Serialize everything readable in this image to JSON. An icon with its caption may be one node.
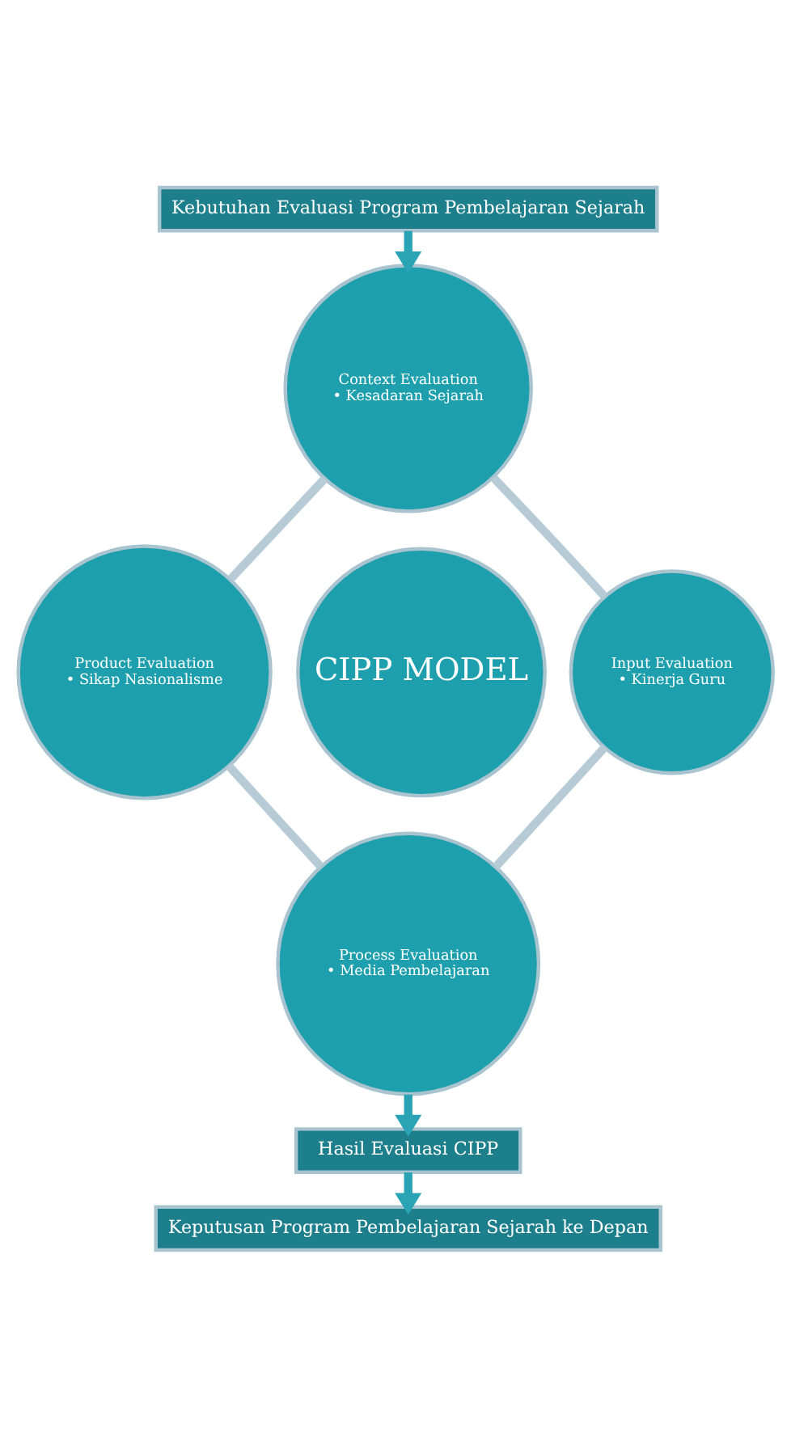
{
  "diagram": {
    "nodes": [
      {
        "text": [
          "Kebutuhan Evaluasi Program Pembelajaran Sejarah"
        ]
      },
      {
        "text": [
          "Context Evaluation",
          "• Kesadaran Sejarah"
        ]
      },
      {
        "text": [
          "Product Evaluation",
          "• Sikap Nasionalisme"
        ]
      },
      {
        "text": [
          "CIPP MODEL"
        ]
      },
      {
        "text": [
          "Input Evaluation",
          "• Kinerja Guru"
        ]
      },
      {
        "text": [
          "Process Evaluation",
          "• Media Pembelajaran"
        ]
      },
      {
        "text": [
          "Hasil Evaluasi CIPP"
        ]
      },
      {
        "text": [
          "Keputusan Program Pembelajaran Sejarah ke Depan"
        ]
      }
    ],
    "edges": [
      {
        "from": 0,
        "to": 1,
        "arrow": "to",
        "color": "#2aa3b5"
      },
      {
        "from": 1,
        "to": 4,
        "arrow": "none"
      },
      {
        "from": 4,
        "to": 5,
        "arrow": "none"
      },
      {
        "from": 5,
        "to": 2,
        "arrow": "none"
      },
      {
        "from": 2,
        "to": 1,
        "arrow": "none"
      },
      {
        "from": 5,
        "to": 6,
        "arrow": "to",
        "color": "#2aa3b5"
      },
      {
        "from": 6,
        "to": 7,
        "arrow": "to",
        "color": "#2aa3b5"
      }
    ]
  }
}
